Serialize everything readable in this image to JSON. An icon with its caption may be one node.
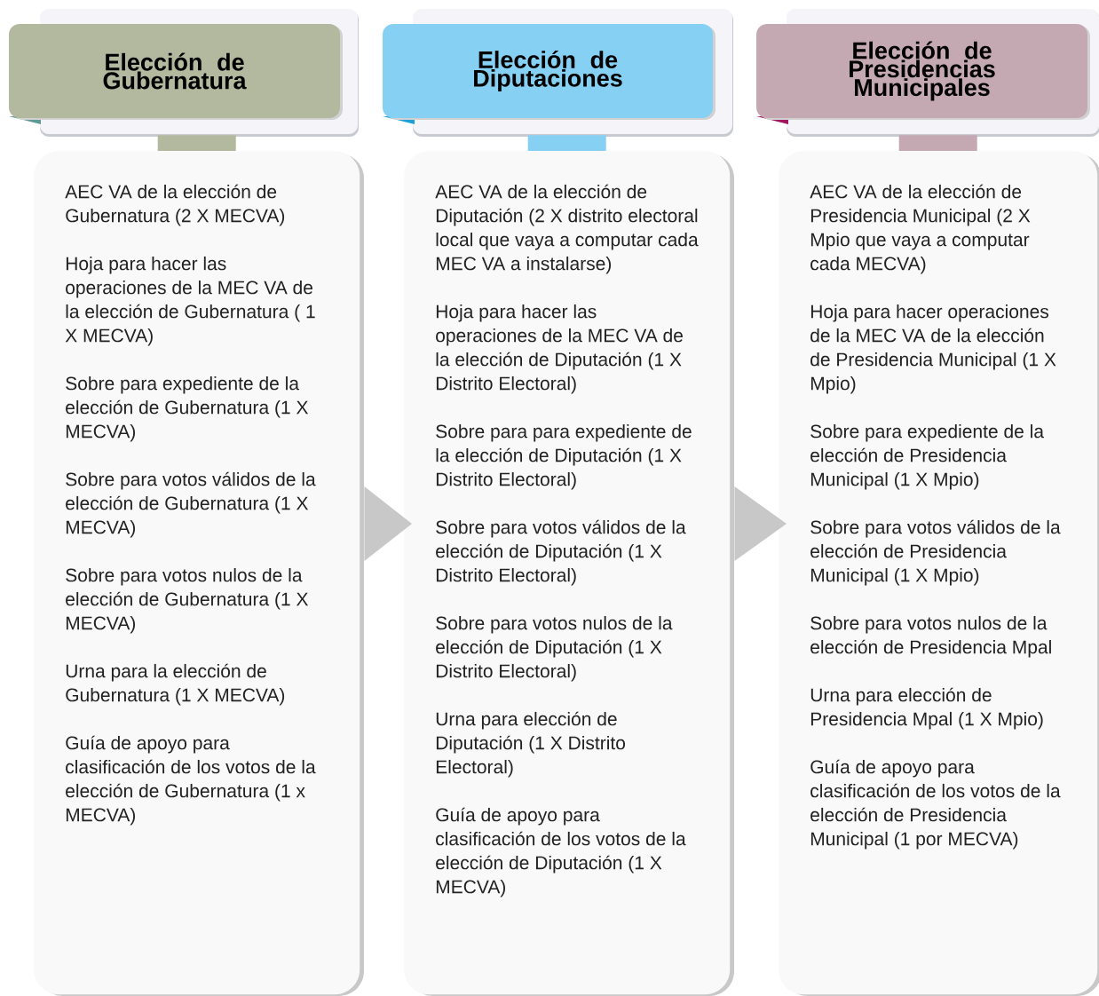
{
  "diagram": {
    "nodes": [
      {
        "text": [
          "Elección de Gubernatura"
        ]
      },
      {
        "text": [
          "Elección de Diputaciones"
        ]
      },
      {
        "text": [
          "Elección de Presidencias Municipales"
        ]
      },
      {
        "text": [
          "AEC VA de la elección de Gubernatura (2 X MECVA)",
          "Hoja para hacer las operaciones de la MEC VA de la elección de Gubernatura ( 1 X MECVA)",
          "Sobre para expediente de la elección de Gubernatura (1 X MECVA)",
          "Sobre para votos válidos de la elección de Gubernatura (1 X MECVA)",
          "Sobre para votos nulos de la elección de Gubernatura (1 X MECVA)",
          "Urna para la elección de Gubernatura (1 X MECVA)",
          "Guía de apoyo para clasificación de los votos de la elección de Gubernatura (1 x MECVA)"
        ]
      },
      {
        "text": [
          "AEC VA de la elección de Diputación (2 X distrito electoral local que vaya a computar cada MEC VA a instalarse)",
          "Hoja para hacer las operaciones de la MEC VA de la elección de Diputación (1 X Distrito Electoral)",
          "Sobre para para expediente de la elección de Diputación (1 X Distrito Electoral)",
          "Sobre para votos válidos de la elección de Diputación (1 X Distrito Electoral)",
          "Sobre para votos nulos de la elección de Diputación (1 X Distrito Electoral)",
          "Urna para elección de Diputación (1 X Distrito Electoral)",
          "Guía de apoyo para clasificación de los votos de la elección de Diputación  (1 X MECVA)"
        ]
      },
      {
        "text": [
          "AEC VA de la elección de Presidencia Municipal (2 X Mpio que vaya a computar cada MECVA)",
          "Hoja para hacer operaciones de la MEC VA de la elección de Presidencia Municipal (1 X Mpio)",
          "Sobre para expediente de la elección de Presidencia Municipal (1 X Mpio)",
          "Sobre para votos válidos de la elección de Presidencia Municipal (1 X Mpio)",
          "Sobre para votos nulos de la elección de Presidencia Mpal",
          "Urna para elección de Presidencia Mpal (1 X Mpio)",
          "Guía de apoyo para clasificación de los votos de la elección de Presidencia Municipal (1 por MECVA)"
        ]
      }
    ],
    "edges": [
      {
        "from": 0,
        "to": 3,
        "arrow": "none",
        "color": "#b3b99f"
      },
      {
        "from": 1,
        "to": 4,
        "arrow": "none",
        "color": "#85d0f3"
      },
      {
        "from": 2,
        "to": 5,
        "arrow": "none",
        "color": "#c4a9b3"
      },
      {
        "from": 3,
        "to": 4,
        "arrow": "to"
      },
      {
        "from": 4,
        "to": 5,
        "arrow": "to"
      }
    ]
  }
}
